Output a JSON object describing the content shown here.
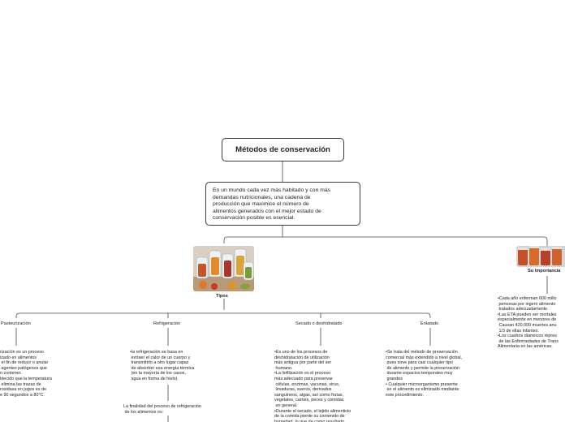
{
  "title": "Métodos de conservación",
  "intro": "En un mundo cada vez más habitado y con más\ndemandas nutricionales, una cadena de\nproducción que maximice el número de\nalimentos generados con el mejor estado de\nconservación posible es esencial.",
  "tipos": {
    "label": "Tipos",
    "image_icon": "preserve-jars-image"
  },
  "importancia": {
    "label": "Su importancia",
    "image_icon": "jars-image",
    "text": "•Cada año enferman 600 millo\n personas por ingerir alimento\n tratados adecuadamente.\n•Las ETA pueden ser mortales\nespecialmente en menores de\n Causan 420.000 muertes anu\n 1/3 de ellas infantes.\n•Los cuadros diarreicos repres\n de las Enfermedades de Trans\nAlimentaria en las américas."
  },
  "methods": {
    "pasteurizacion": {
      "label": "Pasteurización",
      "text": "rización es un proceso\nizado en alimentos\n el fin de reducir o anular\n agentes patógenos que\nn contener.\nblecido que la temperatura\n elimina las trazas de\nrosidasa en jugos es de\ne 90 segundos a 80°C."
    },
    "refrigeracion": {
      "label": "Refrigeración",
      "text": "•la refrigeración se basa en\n extraer el calor de un cuerpo y\n transmitirlo a otro lugar capaz\n de absorber esa energía térmica\n (en la mayoría de los casos,\n agua en forma de hielo).",
      "subtext": "La finalidad del proceso de refrigeración\n de los alimentos es:"
    },
    "secado": {
      "label": "Secado o deshidratado",
      "text": "•Es uno de los procesos de\ndeshidratación de utilización\nmás antigua por parte del ser\n humano.\n•La liofilización es el proceso\nmás adecuado para preservar\n células, enzimas, vacunas, virus,\n levaduras, sueros, derivados\nsanguíneos, algas, así como frutas,\nvegetales, carnes, peces y comidas\n en general.\n•Durante el secado, el tejido alimenticio\nde la comida pierde su contenido de\nhumedad, lo que da como resultado"
    },
    "enlatado": {
      "label": "Enlatado",
      "text": "•Se trata del método de preservación\ncomercial más extendido a nivel global,\n pues sirve para casi cualquier tipo\n de alimento y permite la preservación\n durante espacios temporales muy\n grandes\n• Cualquier microorganismo presente\n en el alimento es eliminado mediante\neste procedimiento."
    }
  }
}
